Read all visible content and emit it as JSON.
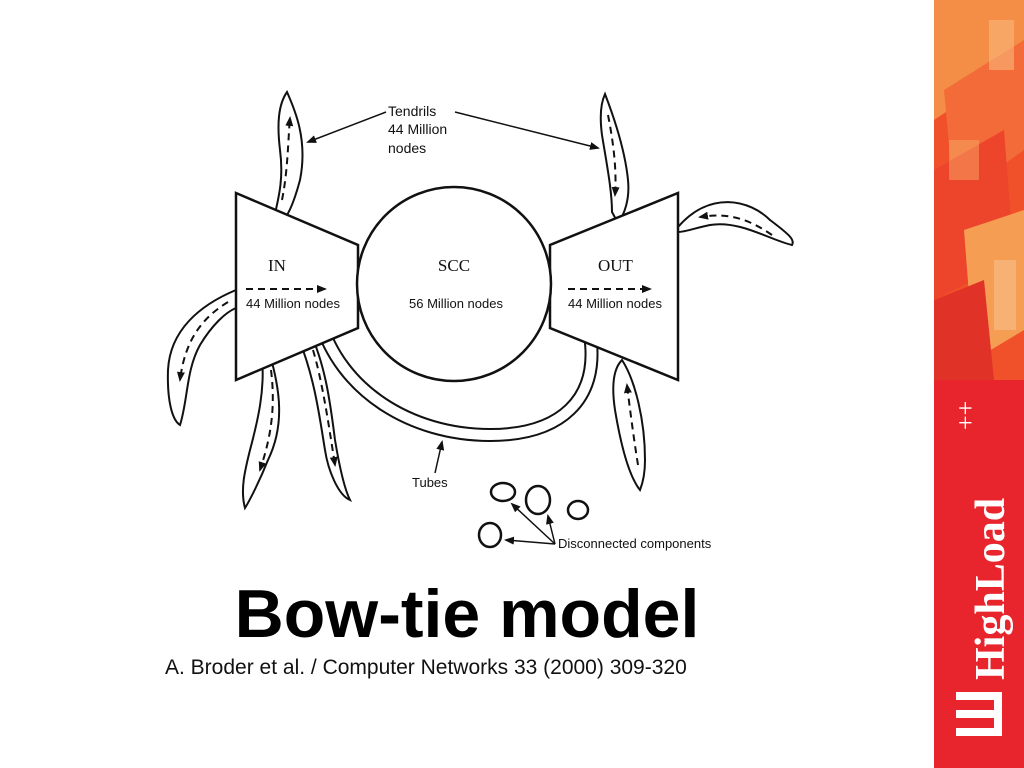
{
  "slide": {
    "title": "Bow-tie model",
    "citation": "A. Broder et al. / Computer Networks 33 (2000) 309-320"
  },
  "diagram": {
    "tendrils": {
      "label_line1": "Tendrils",
      "label_line2": "44 Million",
      "label_line3": "nodes"
    },
    "in": {
      "title": "IN",
      "nodes": "44 Million nodes"
    },
    "scc": {
      "title": "SCC",
      "nodes": "56 Million nodes"
    },
    "out": {
      "title": "OUT",
      "nodes": "44 Million nodes"
    },
    "tubes_label": "Tubes",
    "disconnected_label": "Disconnected components"
  },
  "brand": {
    "name": "HighLoad",
    "superscript": "++",
    "accent_color": "#e8242d"
  }
}
